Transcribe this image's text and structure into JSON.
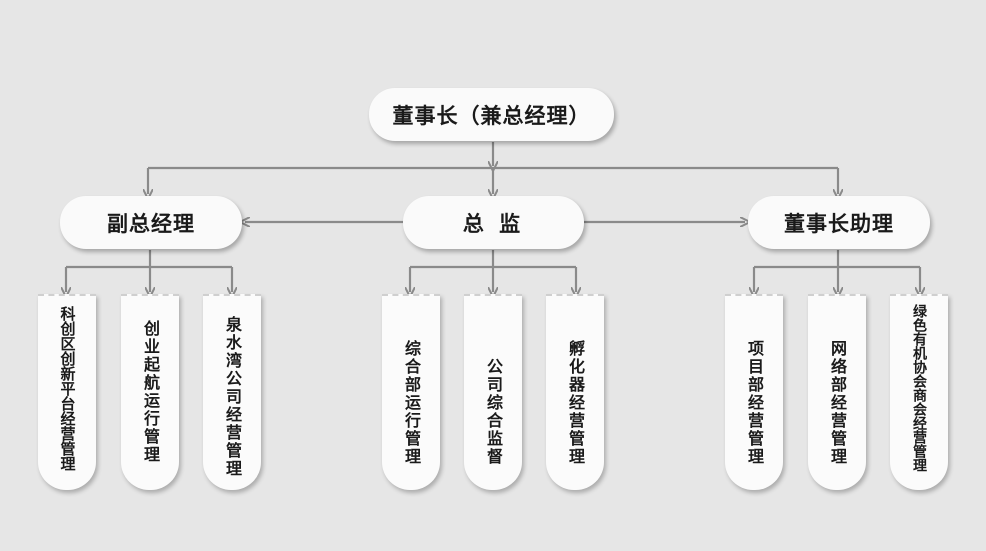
{
  "chairman": "董事长（兼总经理）",
  "level2": {
    "left": "副总经理",
    "center": "总 监",
    "right": "董事长助理"
  },
  "leaves": {
    "left": [
      "科创区创新平台经营管理",
      "创业起航运行管理",
      "泉水湾公司经营管理"
    ],
    "center": [
      "综合部运行管理",
      "公司综合监督",
      "孵化器经营管理"
    ],
    "right": [
      "项目部经营管理",
      "网络部经营管理",
      "绿色有机协会商会经营管理"
    ]
  },
  "colors": {
    "background": "#e6e6e6",
    "node": "#fafafa",
    "line": "#8a8a8a"
  }
}
